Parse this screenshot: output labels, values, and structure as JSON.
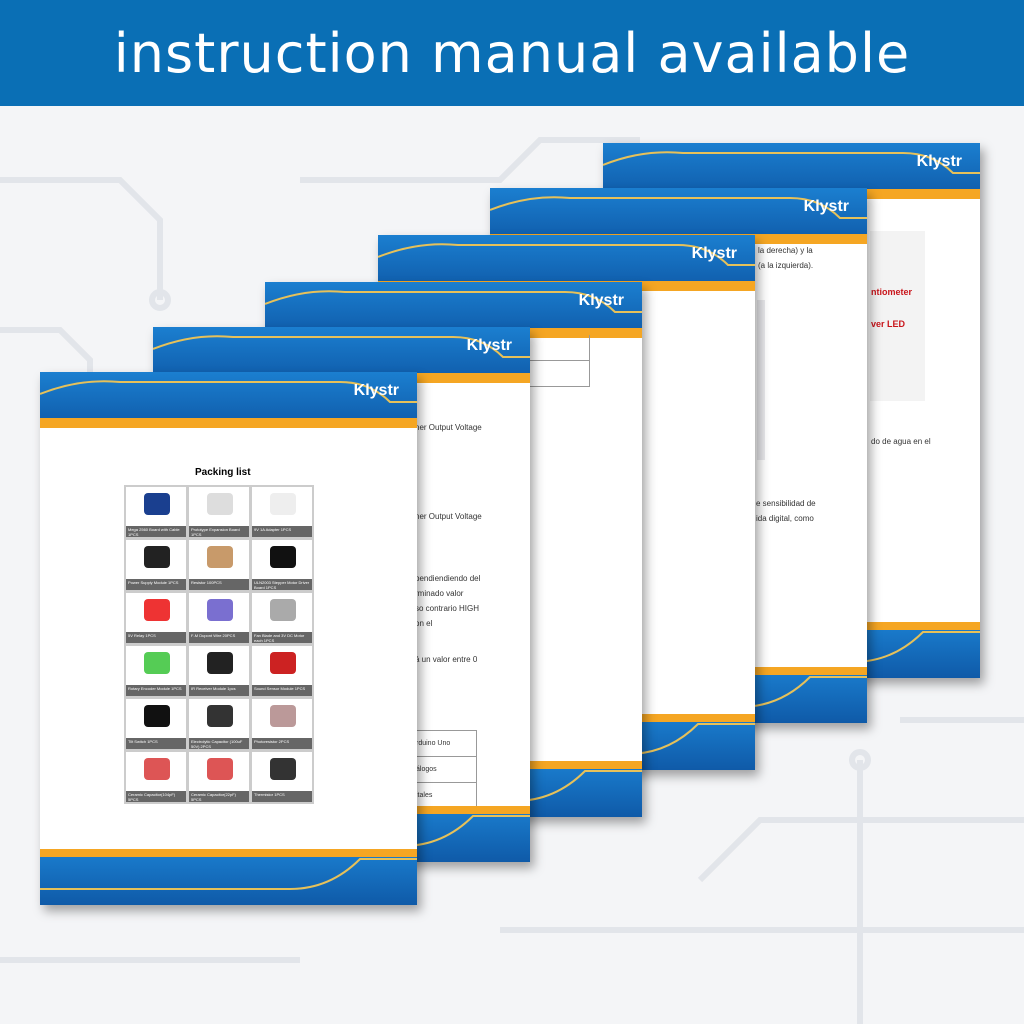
{
  "banner": {
    "title": "instruction manual available"
  },
  "brand": "Klystr",
  "colors": {
    "banner": "#0a6fb5",
    "page_blue": "#1b7fd0",
    "accent_orange": "#f5a623",
    "gold": "#d9b44a"
  },
  "pages": {
    "p6": {
      "lines": [
        "ntiometer",
        "ver LED",
        "do de agua en el"
      ]
    },
    "p5": {
      "lines": [
        "la derecha) y la",
        "(a la izquierda).",
        "e sensibilidad de",
        "ida digital, como"
      ]
    },
    "p2": {
      "lines": [
        "ner Output Voltage",
        "ner Output Voltage",
        "pendiendiendo del",
        "rminado valor",
        "so contrario HIGH",
        "on el",
        "á un valor entre 0"
      ],
      "table": [
        "rduino Uno",
        "álogos",
        "itales"
      ]
    },
    "p1": {
      "title": "Packing list",
      "items": [
        "Mega 2560 Board with Cable 1PCS",
        "Prototype Expansion Board 1PCS",
        "9V 1A Adapter 1PCS",
        "Power Supply Module 1PCS",
        "Resistor 100PCS",
        "ULN2003 Stepper Motor Driver Board 1PCS",
        "5V Relay 1PCS",
        "F-M Dupont Wire 20PCS",
        "Fan Blade and 3V DC Motor each 1PCS",
        "Rotary Encoder Module 1PCS",
        "IR Receiver Module 1pcs",
        "Sound Sensor Module 1PCS",
        "Tilt Switch 1PCS",
        "Electrolytic Capacitor (100uF 50V) 2PCS",
        "Photoresistor 2PCS",
        "Ceramic Capacitor(104pF) 5PCS",
        "Ceramic Capacitor(22pF) 5PCS",
        "Thermistor 1PCS"
      ]
    }
  }
}
